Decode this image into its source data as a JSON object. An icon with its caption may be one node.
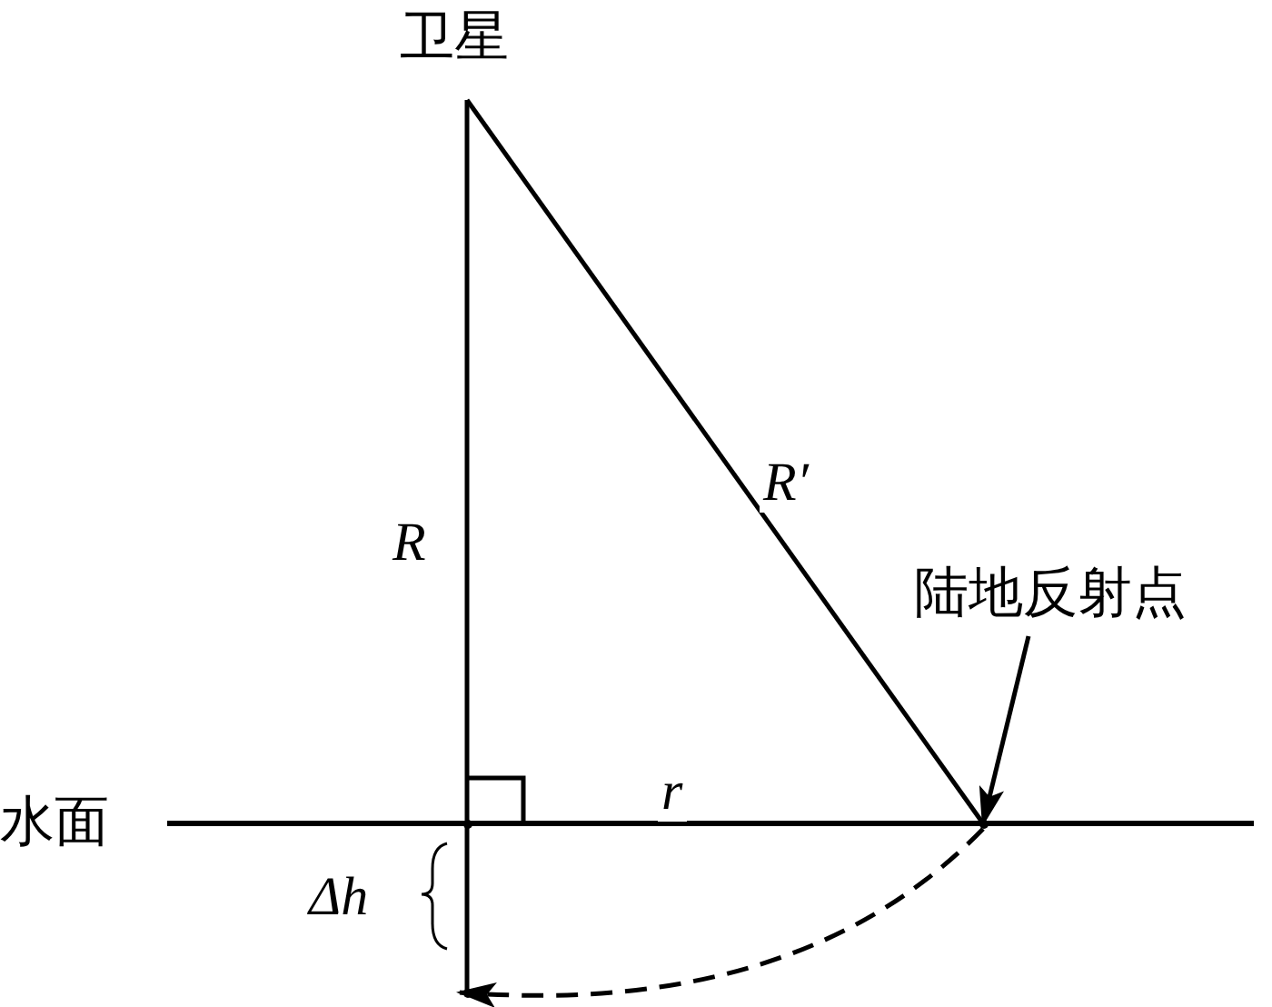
{
  "diagram": {
    "nodes": [
      {
        "text": [
          "卫星"
        ]
      },
      {
        "text": [
          "陆地反射点"
        ]
      },
      {
        "text": [],
        "shape": "dot"
      },
      {
        "text": [],
        "shape": "dot"
      },
      {
        "text": [],
        "shape": "dot"
      }
    ],
    "edges": [
      {
        "from": 0,
        "to": 3,
        "arrow": "none",
        "label": "R"
      },
      {
        "from": 3,
        "to": 4,
        "arrow": "none"
      },
      {
        "from": 0,
        "to": 2,
        "arrow": "none",
        "label": "R′"
      },
      {
        "from": 3,
        "to": 2,
        "arrow": "none",
        "label": "r"
      },
      {
        "from": 2,
        "to": 4,
        "arrow": "to",
        "style": "dashed"
      },
      {
        "from": 1,
        "to": 2,
        "arrow": "to"
      }
    ],
    "labels": [
      "水面",
      "Δh"
    ]
  }
}
